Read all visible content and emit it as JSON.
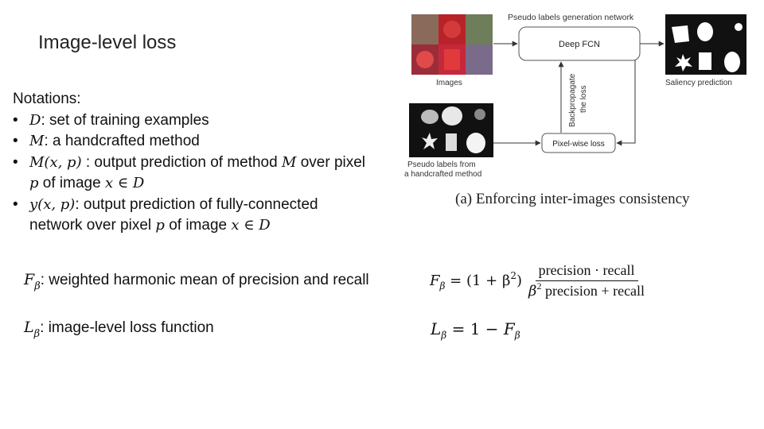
{
  "title": "Image-level loss",
  "notations": {
    "heading": "Notations:",
    "items": [
      {
        "sym": "D",
        "text": ": set of training examples"
      },
      {
        "sym": "M",
        "text": ": a handcrafted method"
      },
      {
        "sym": "M(x, p)",
        "text": " : output prediction of method ",
        "sym2": "M",
        "text2": " over pixel",
        "sym3": "p",
        "text3": " of image ",
        "sym4": "x ∈ D"
      },
      {
        "sym": "y(x, p)",
        "text": ": output prediction of fully-connected",
        "text2": "network over pixel ",
        "sym3": "p",
        "text3": " of image ",
        "sym4": "x ∈ D"
      }
    ]
  },
  "definitions": {
    "f_beta_sym": "F",
    "f_beta_sub": "β",
    "f_beta_text": ": weighted harmonic mean of precision and recall",
    "l_beta_sym": "L",
    "l_beta_sub": "β",
    "l_beta_text": ": image-level loss function"
  },
  "formulas": {
    "f_lhs": "F",
    "f_lhs_sub": "β",
    "f_eq": " = (1 + β",
    "f_sup": "2",
    "f_close": ")",
    "f_num": "precision · recall",
    "f_den_beta": "β",
    "f_den_sup": "2",
    "f_den_text": " precision + recall",
    "l_lhs": "L",
    "l_lhs_sub": "β",
    "l_eq": " = 1 − ",
    "l_rhs": "F",
    "l_rhs_sub": "β"
  },
  "figure": {
    "network_label": "Pseudo labels generation network",
    "fcn_label": "Deep FCN",
    "images_label": "Images",
    "saliency_label": "Saliency prediction",
    "backprop_label_1": "Backpropagate",
    "backprop_label_2": "the loss",
    "loss_label": "Pixel-wise loss",
    "pseudo_label_1": "Pseudo labels from",
    "pseudo_label_2": "a handcrafted method",
    "caption": "(a) Enforcing inter-images consistency"
  }
}
